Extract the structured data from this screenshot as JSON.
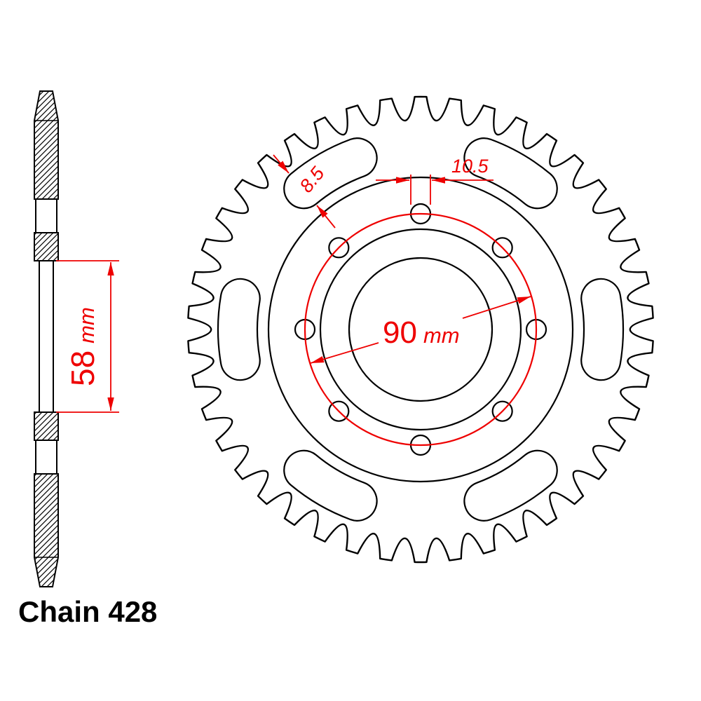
{
  "diagram": {
    "caption": "Chain 428",
    "dimensions": {
      "hub_span": {
        "value": "58",
        "unit": "mm"
      },
      "slot_width": {
        "value": "8.5"
      },
      "bolt_hole": {
        "value": "10.5"
      },
      "bolt_circle": {
        "value": "90",
        "unit": "mm"
      }
    },
    "sprocket": {
      "teeth": 42,
      "bolt_holes": 8,
      "lightening_slots": 6
    },
    "colors": {
      "dimension_red": "#ee0000",
      "line_black": "#000000",
      "background": "#ffffff"
    }
  }
}
